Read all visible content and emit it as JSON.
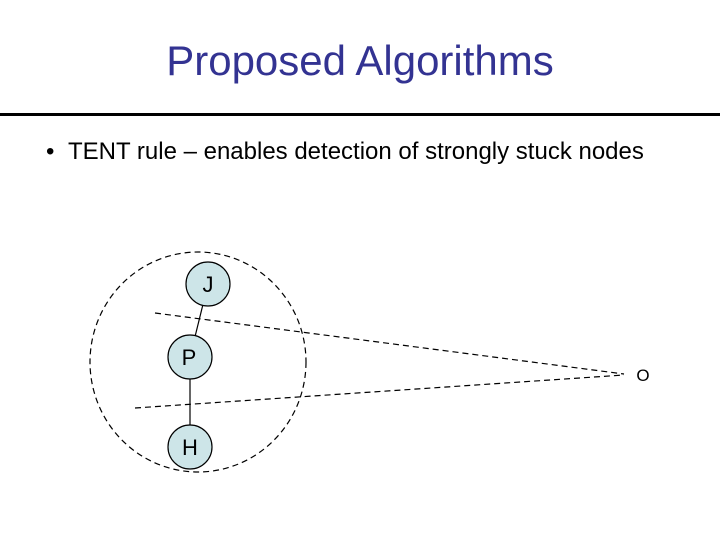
{
  "page": {
    "background_color": "#ffffff"
  },
  "title": {
    "text": "Proposed Algorithms",
    "color": "#333392"
  },
  "divider": {
    "color": "#000000"
  },
  "bullet": {
    "marker": "•",
    "text": "TENT rule – enables detection of strongly stuck nodes"
  },
  "diagram": {
    "stroke_color": "#000000",
    "node_fill_color": "#cde5e8",
    "boundary": {
      "shape": "dashed-ellipse"
    },
    "nodes": [
      {
        "label": "J"
      },
      {
        "label": "P"
      },
      {
        "label": "H"
      }
    ],
    "external_point": {
      "label": "O"
    }
  }
}
